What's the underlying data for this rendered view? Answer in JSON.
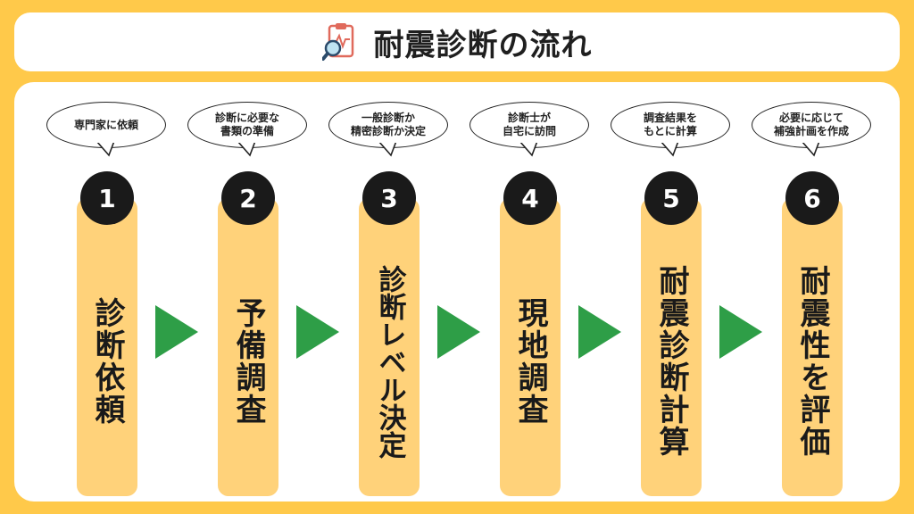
{
  "title": "耐震診断の流れ",
  "title_icon": "clipboard-magnifier-icon",
  "colors": {
    "background": "#FFC94A",
    "pillar": "#FFD27A",
    "number_circle": "#1a1a1a",
    "arrow": "#2E9E47"
  },
  "steps": [
    {
      "number": "1",
      "label": "診断依頼",
      "bubble": [
        "専門家に依頼"
      ]
    },
    {
      "number": "2",
      "label": "予備調査",
      "bubble": [
        "診断に必要な",
        "書類の準備"
      ]
    },
    {
      "number": "3",
      "label": "診断レベル決定",
      "bubble": [
        "一般診断か",
        "精密診断か決定"
      ]
    },
    {
      "number": "4",
      "label": "現地調査",
      "bubble": [
        "診断士が",
        "自宅に訪問"
      ]
    },
    {
      "number": "5",
      "label": "耐震診断計算",
      "bubble": [
        "調査結果を",
        "もとに計算"
      ]
    },
    {
      "number": "6",
      "label": "耐震性を評価",
      "bubble": [
        "必要に応じて",
        "補強計画を作成"
      ]
    }
  ]
}
